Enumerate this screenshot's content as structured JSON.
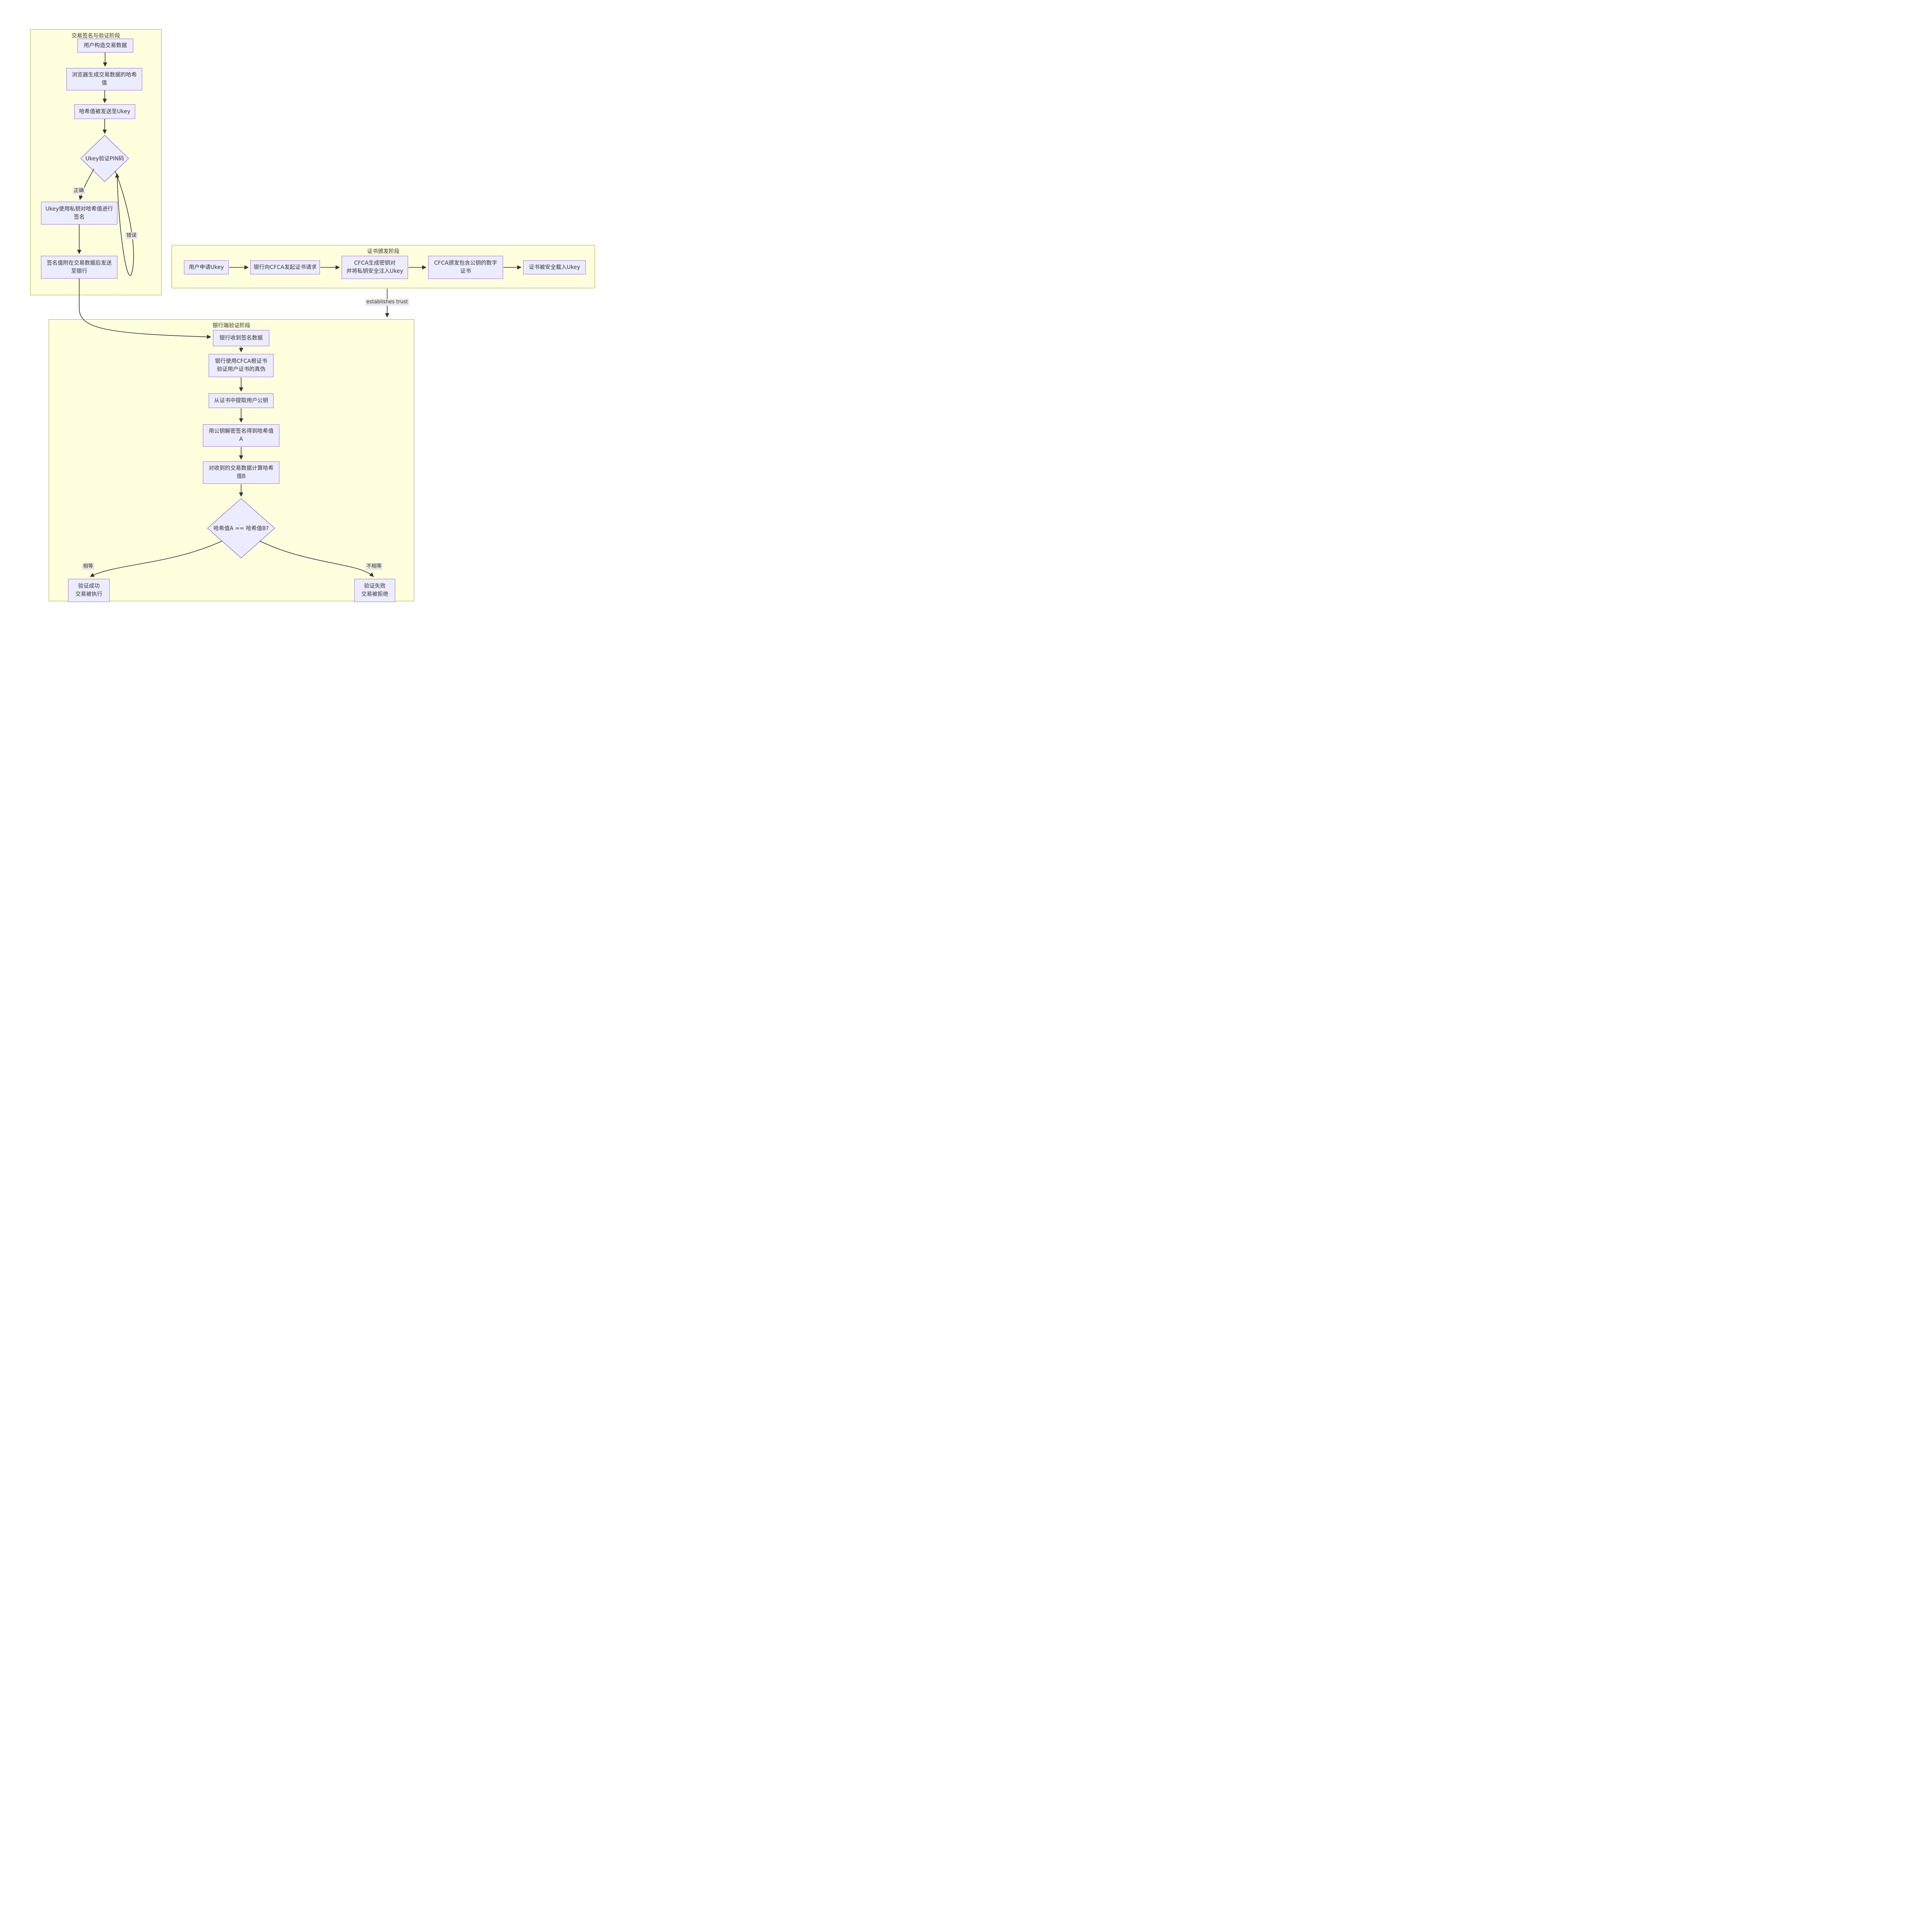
{
  "subgraphs": {
    "signing": {
      "title": "交易签名与验证阶段"
    },
    "issuance": {
      "title": "证书颁发阶段"
    },
    "bank": {
      "title": "银行端验证阶段"
    }
  },
  "nodes": {
    "user_build": "用户构造交易数据",
    "browser_hash": "浏览器生成交易数据的哈希\n值",
    "hash_to_ukey": "哈希值被发送至Ukey",
    "pin_check": "Ukey验证PIN码",
    "ukey_sign": "Ukey使用私钥对哈希值进行\n签名",
    "attach_send": "签名值附在交易数据后发送\n至银行",
    "apply_ukey": "用户申请Ukey",
    "bank_cfca_request": "银行向CFCA发起证书请求",
    "cfca_keypair": "CFCA生成密钥对\n并将私钥安全注入Ukey",
    "cfca_issue": "CFCA颁发包含公钥的数字\n证书",
    "cert_loaded": "证书被安全载入Ukey",
    "bank_receive": "银行收到签名数据",
    "bank_verify_cert": "银行使用CFCA根证书\n验证用户证书的真伪",
    "extract_pubkey": "从证书中提取用户公钥",
    "decrypt_sig": "用公钥解密签名得到哈希值\nA",
    "calc_hash_b": "对收到的交易数据计算哈希\n值B",
    "hash_compare": "哈希值A == 哈希值B?",
    "verify_ok": "验证成功\n交易被执行",
    "verify_fail": "验证失败\n交易被拒绝"
  },
  "edge_labels": {
    "correct": "正确",
    "wrong": "错误",
    "trust": "establishes trust",
    "equal": "相等",
    "not_equal": "不相等"
  },
  "colors": {
    "node_fill": "#ECECFF",
    "node_border": "#9370DB",
    "subgraph_fill": "#ffffde",
    "subgraph_border": "#aaaa33",
    "edge": "#333333",
    "edge_label_bg": "#e8e8e8",
    "text": "#333333",
    "page_bg": "#ffffff"
  }
}
